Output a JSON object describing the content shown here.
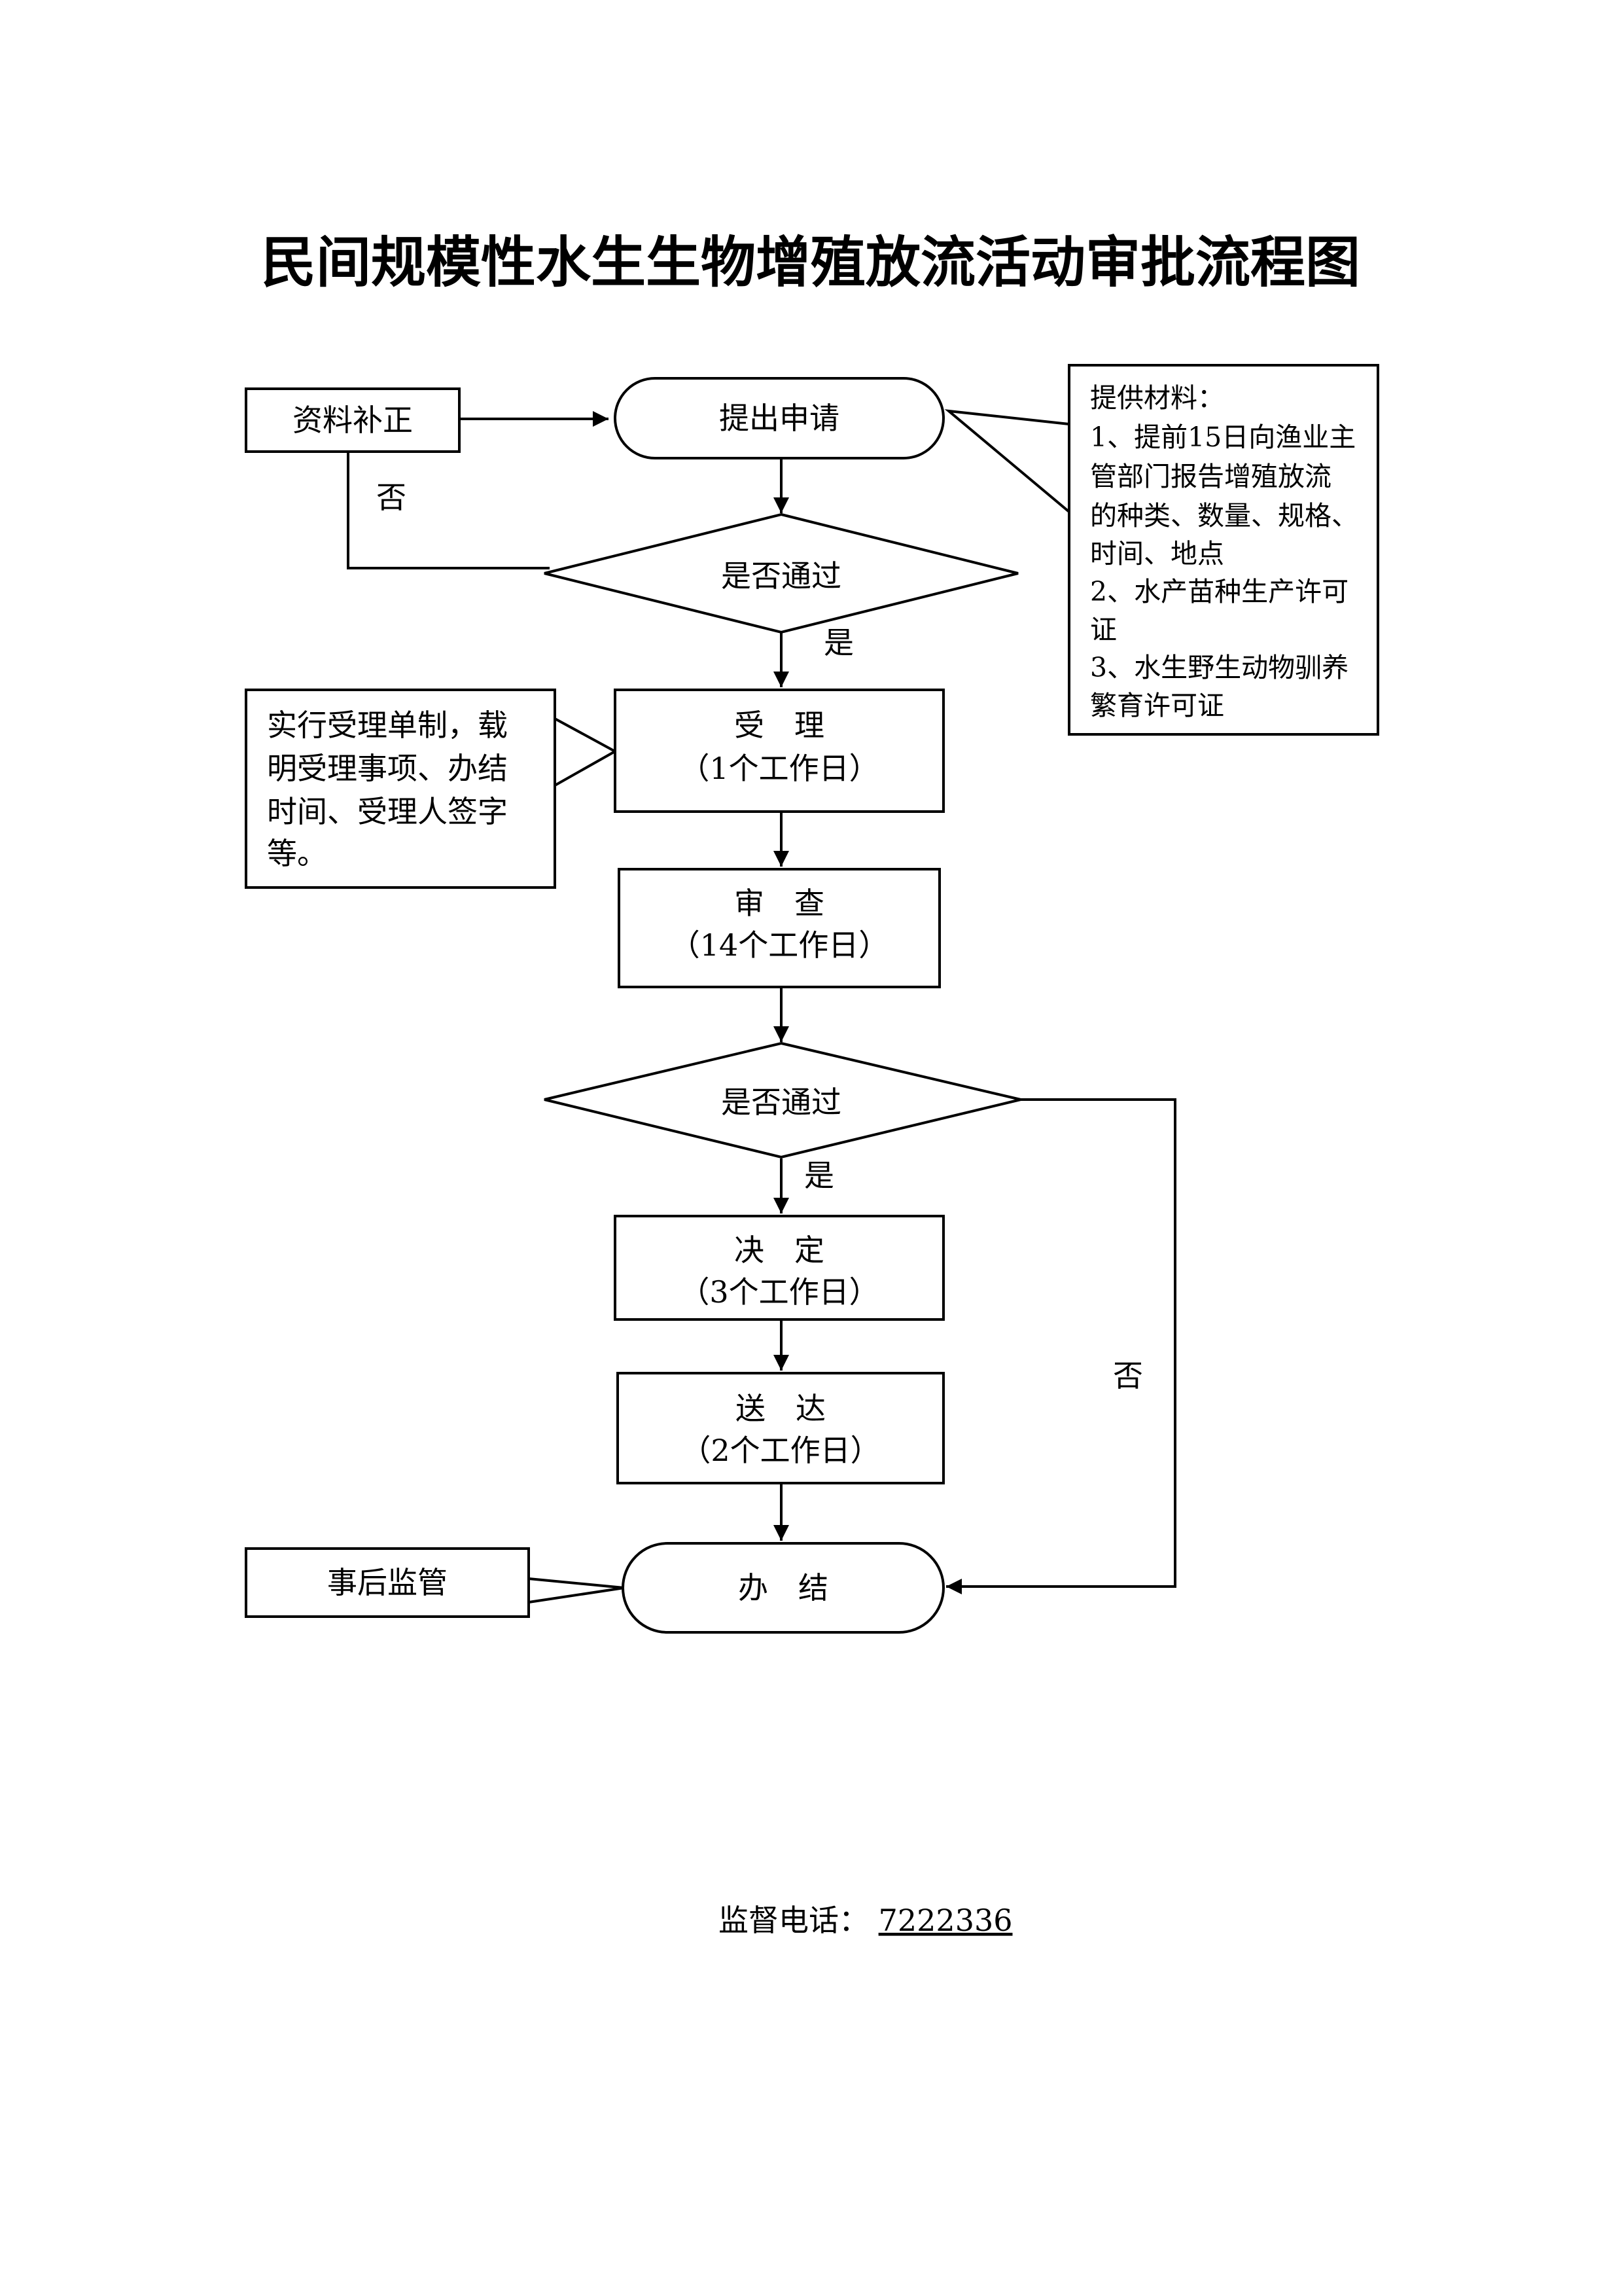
{
  "title": "民间规模性水生生物增殖放流活动审批流程图",
  "nodes": {
    "apply": "提出申请",
    "supplement": "资料补正",
    "decision1": "是否通过",
    "accept": "受　理",
    "accept_days": "（1个工作日）",
    "review": "审　查",
    "review_days": "（14个工作日）",
    "decision2": "是否通过",
    "decide": "决　定",
    "decide_days": "（3个工作日）",
    "deliver": "送　达",
    "deliver_days": "（2个工作日）",
    "finish": "办　结",
    "supervision": "事后监管"
  },
  "edge_labels": {
    "no1": "否",
    "yes1": "是",
    "yes2": "是",
    "no2": "否"
  },
  "materials_note": [
    "提供材料：",
    "1、提前15日向渔业主",
    "管部门报告增殖放流",
    "的种类、数量、规格、",
    "时间、地点",
    "2、水产苗种生产许可",
    "证",
    "3、水生野生动物驯养",
    "繁育许可证"
  ],
  "accept_note": [
    "实行受理单制，载",
    "明受理事项、办结",
    "时间、受理人签字",
    "等。"
  ],
  "footer": {
    "phone_label": "监督电话：",
    "phone_value": "7222336"
  }
}
